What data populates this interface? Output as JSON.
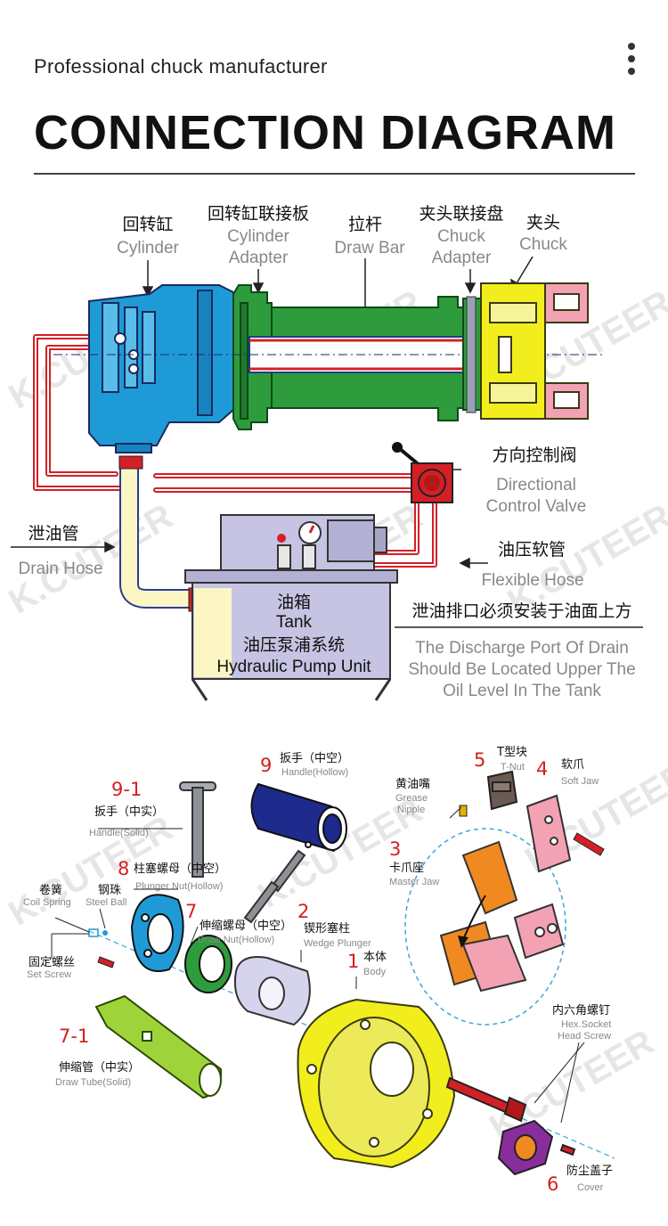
{
  "header": {
    "subtitle": "Professional chuck manufacturer",
    "title": "CONNECTION DIAGRAM",
    "menu_icon": "kebab-menu-icon"
  },
  "connection_diagram": {
    "cylinder": {
      "cn": "回转缸",
      "en": "Cylinder"
    },
    "cylinder_adapter": {
      "cn": "回转缸联接板",
      "en1": "Cylinder",
      "en2": "Adapter"
    },
    "draw_bar": {
      "cn": "拉杆",
      "en": "Draw  Bar"
    },
    "chuck_adapter": {
      "cn": "夹头联接盘",
      "en1": "Chuck",
      "en2": "Adapter"
    },
    "chuck": {
      "cn": "夹头",
      "en": "Chuck"
    },
    "directional_valve": {
      "cn": "方向控制阀",
      "en1": "Directional",
      "en2": "Control  Valve"
    },
    "drain_hose": {
      "cn": "泄油管",
      "en": "Drain  Hose"
    },
    "flexible_hose": {
      "cn": "油压软管",
      "en": "Flexible  Hose"
    },
    "tank": {
      "cn1": "油箱",
      "en1": "Tank",
      "cn2": "油压泵浦系统",
      "en2": "Hydraulic  Pump  Unit"
    },
    "discharge_note": {
      "cn": "泄油排口必须安装于油面上方",
      "en1": "The  Discharge  Port  Of  Drain",
      "en2": "Should  Be  Located  Upper  The",
      "en3": "Oil  Level  In  The  Tank"
    },
    "watermark": "K.CUTEER"
  },
  "parts_diagram": {
    "parts": [
      {
        "num": "9",
        "cn": "扳手（中空）",
        "en": "Handle(Hollow)"
      },
      {
        "num": "9-1",
        "cn": "扳手（中实）",
        "en": "Handle(Solid)"
      },
      {
        "num": "8",
        "cn": "柱塞螺母（中空）",
        "en": "Plunger  Nut(Hollow)"
      },
      {
        "num": "7",
        "cn": "伸缩螺母（中空）",
        "en": "Draw  Nut(Hollow)"
      },
      {
        "num": "2",
        "cn": "锲形塞柱",
        "en": "Wedge  Plunger"
      },
      {
        "num": "1",
        "cn": "本体",
        "en": "Body"
      },
      {
        "num": "7-1",
        "cn": "伸缩管（中实）",
        "en": "Draw  Tube(Solid)"
      },
      {
        "num": "5",
        "cn": "T型块",
        "en": "T-Nut"
      },
      {
        "num": "4",
        "cn": "软爪",
        "en": "Soft  Jaw"
      },
      {
        "num": "3",
        "cn": "卡爪座",
        "en": "Master  Jaw"
      },
      {
        "num": "6",
        "cn": "防尘盖子",
        "en": "Cover"
      }
    ],
    "extras": [
      {
        "cn": "黄油嘴",
        "en1": "Grease",
        "en2": "Nipple"
      },
      {
        "cn": "卷簧",
        "en": "Coil  Spring"
      },
      {
        "cn": "钢珠",
        "en": "Steel  Ball"
      },
      {
        "cn": "固定螺丝",
        "en": "Set  Screw"
      },
      {
        "cn": "内六角螺钉",
        "en1": "Hex.Socket",
        "en2": "Head  Screw"
      }
    ]
  },
  "colors": {
    "cylinder_blue": "#1e9bd7",
    "adapter_green": "#2e9c3c",
    "chuck_yellow": "#f2ee1e",
    "tank_lavender": "#c6c4e2",
    "hose_red": "#d32027",
    "drain_cream": "#fbf6c4",
    "jaw_orange": "#f08a20",
    "jaw_pink": "#f3a2b4",
    "handle_navy": "#1e2a8c",
    "tube_lime": "#9ed43a",
    "cover_purple": "#8a2d9c"
  }
}
